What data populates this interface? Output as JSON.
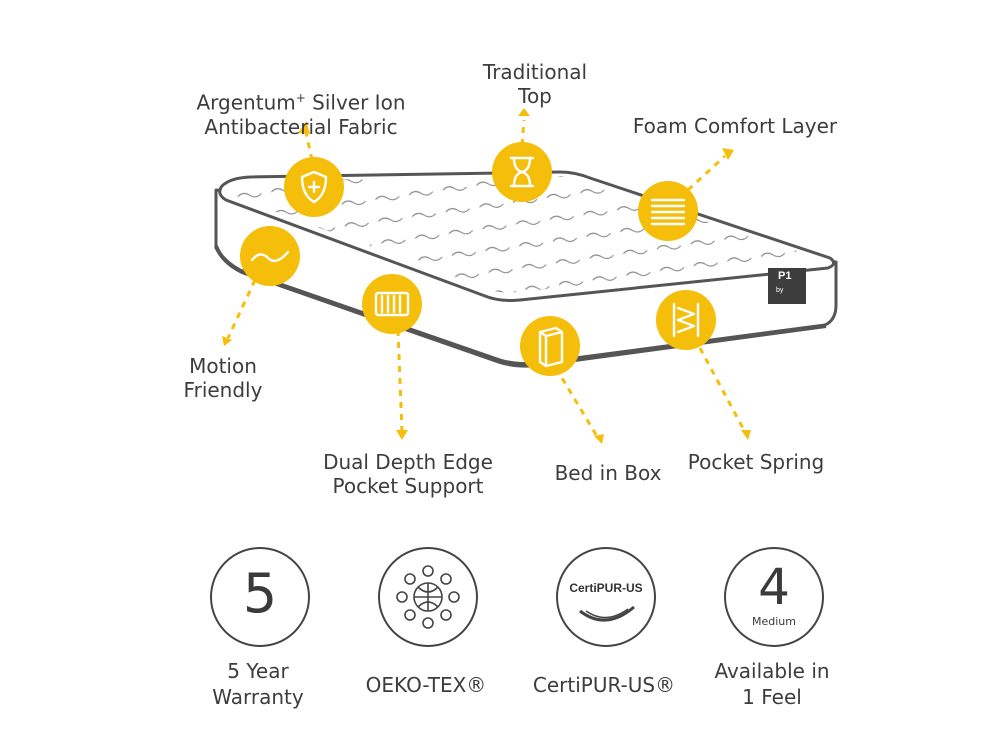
{
  "features": {
    "argentum_line1": "Argentum",
    "argentum_sup": "+",
    "argentum_line1_rest": " Silver Ion",
    "argentum_line2": "Antibacterial Fabric",
    "traditional_top": "Traditional\nTop",
    "foam_comfort": "Foam Comfort Layer",
    "motion_friendly": "Motion\nFriendly",
    "dual_depth": "Dual Depth Edge\nPocket Support",
    "bed_in_box": "Bed in Box",
    "pocket_spring": "Pocket Spring"
  },
  "tag": {
    "model": "P1",
    "by": "by"
  },
  "badges": {
    "warranty": {
      "number": "5",
      "label": "5 Year\nWarranty"
    },
    "oekotex": {
      "label": "OEKO-TEX®"
    },
    "certipur": {
      "logo_text": "CertiPUR-US",
      "label": "CertiPUR-US®"
    },
    "feel": {
      "number": "4",
      "sub": "Medium",
      "label": "Available in\n1 Feel"
    }
  },
  "colors": {
    "accent": "#F5BE0B",
    "outline": "#444444",
    "mattress_border": "#555555"
  },
  "icons": [
    "shield-plus-icon",
    "hourglass-icon",
    "layers-icon",
    "wave-icon",
    "pocket-springs-icon",
    "box-icon",
    "zigzag-spring-icon"
  ]
}
